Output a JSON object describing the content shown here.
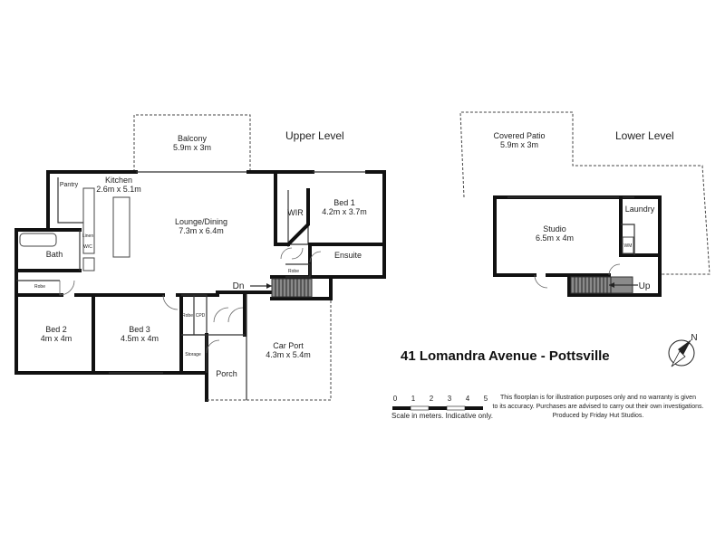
{
  "levels": {
    "upper": "Upper Level",
    "lower": "Lower Level"
  },
  "rooms": {
    "balcony": {
      "name": "Balcony",
      "dims": "5.9m x 3m"
    },
    "kitchen": {
      "name": "Kitchen",
      "dims": "2.6m x 5.1m"
    },
    "pantry": {
      "name": "Pantry"
    },
    "lounge": {
      "name": "Lounge/Dining",
      "dims": "7.3m x 6.4m"
    },
    "wir": {
      "name": "WIR"
    },
    "bed1": {
      "name": "Bed 1",
      "dims": "4.2m x 3.7m"
    },
    "ensuite": {
      "name": "Ensuite"
    },
    "bath": {
      "name": "Bath"
    },
    "robe_bath": {
      "name": "Robe"
    },
    "robe_ens": {
      "name": "Robe"
    },
    "robe_bed3": {
      "name": "Robe"
    },
    "linen": {
      "name": "Linen"
    },
    "wc": {
      "name": "W/C"
    },
    "bed2": {
      "name": "Bed 2",
      "dims": "4m x 4m"
    },
    "bed3": {
      "name": "Bed 3",
      "dims": "4.5m x 4m"
    },
    "cpd": {
      "name": "CPD"
    },
    "storage": {
      "name": "Storage"
    },
    "porch": {
      "name": "Porch"
    },
    "carport": {
      "name": "Car Port",
      "dims": "4.3m x 5.4m"
    },
    "covered_patio": {
      "name": "Covered Patio",
      "dims": "5.9m x 3m"
    },
    "studio": {
      "name": "Studio",
      "dims": "6.5m x 4m"
    },
    "laundry": {
      "name": "Laundry"
    },
    "wm": {
      "name": "WM"
    }
  },
  "stairs": {
    "down_label": "Dn",
    "up_label": "Up"
  },
  "address": "41 Lomandra Avenue - Pottsville",
  "compass": {
    "label": "N"
  },
  "scale": {
    "ticks": [
      "0",
      "1",
      "2",
      "3",
      "4",
      "5"
    ],
    "caption": "Scale in meters. Indicative only."
  },
  "disclaimer": {
    "line1": "This floorplan is for illustration purposes only and no warranty is given",
    "line2": "to its accuracy. Purchases are advised to carry out their own investigations.",
    "line3": "Produced by Friday Hut Studios."
  }
}
